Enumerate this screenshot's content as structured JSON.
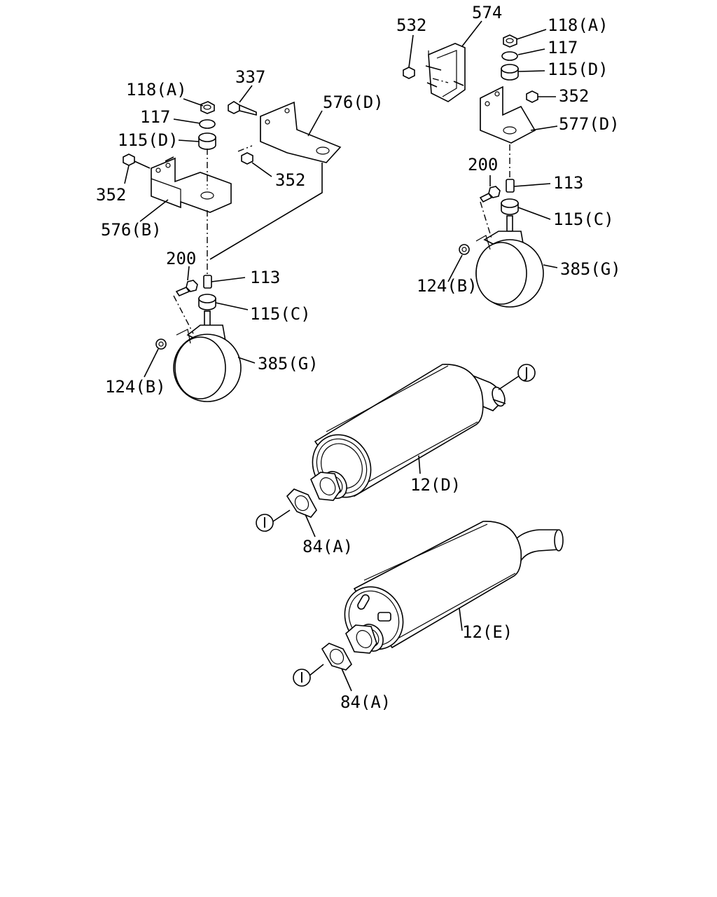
{
  "labels": {
    "left_118a": "118(A)",
    "left_117": "117",
    "left_115d": "115(D)",
    "left_352_a": "352",
    "left_576b": "576(B)",
    "left_337": "337",
    "left_576d": "576(D)",
    "left_352_b": "352",
    "left_200": "200",
    "left_113": "113",
    "left_115c": "115(C)",
    "left_385g": "385(G)",
    "left_124b": "124(B)",
    "right_532": "532",
    "right_574": "574",
    "right_118a": "118(A)",
    "right_117": "117",
    "right_115d": "115(D)",
    "right_352": "352",
    "right_577d": "577(D)",
    "right_200": "200",
    "right_113": "113",
    "right_115c": "115(C)",
    "right_385g": "385(G)",
    "right_124b": "124(B)",
    "muffler_12d": "12(D)",
    "muffler_12e": "12(E)",
    "gasket_84a_upper": "84(A)",
    "gasket_84a_lower": "84(A)"
  },
  "connectors": {
    "j_upper": "J",
    "i_upper": "I",
    "i_lower": "I"
  }
}
